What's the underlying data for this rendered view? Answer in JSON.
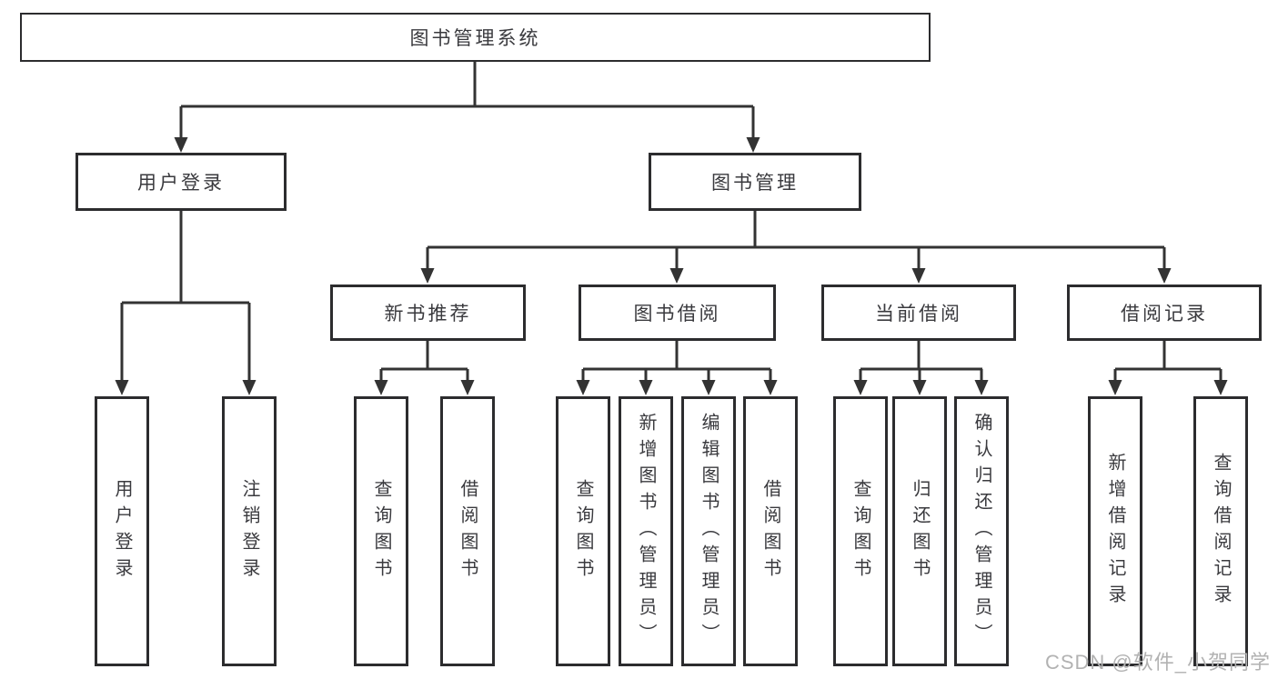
{
  "diagram": {
    "type": "hierarchy-tree",
    "root": {
      "label": "图书管理系统",
      "children": [
        {
          "label": "用户登录",
          "children": [
            {
              "label": "用户登录"
            },
            {
              "label": "注销登录"
            }
          ]
        },
        {
          "label": "图书管理",
          "children": [
            {
              "label": "新书推荐",
              "children": [
                {
                  "label": "查询图书"
                },
                {
                  "label": "借阅图书"
                }
              ]
            },
            {
              "label": "图书借阅",
              "children": [
                {
                  "label": "查询图书"
                },
                {
                  "label": "新增图书（管理员）"
                },
                {
                  "label": "编辑图书（管理员）"
                },
                {
                  "label": "借阅图书"
                }
              ]
            },
            {
              "label": "当前借阅",
              "children": [
                {
                  "label": "查询图书"
                },
                {
                  "label": "归还图书"
                },
                {
                  "label": "确认归还（管理员）"
                }
              ]
            },
            {
              "label": "借阅记录",
              "children": [
                {
                  "label": "新增借阅记录"
                },
                {
                  "label": "查询借阅记录"
                }
              ]
            }
          ]
        }
      ]
    }
  },
  "watermark": {
    "text": "CSDN @软件_小贺同学"
  },
  "colors": {
    "background": "#ffffff",
    "box_border": "#2c2c2e",
    "connector_line": "#333333",
    "text": "#3a3a3e",
    "watermark_text": "#b2b2b2"
  }
}
